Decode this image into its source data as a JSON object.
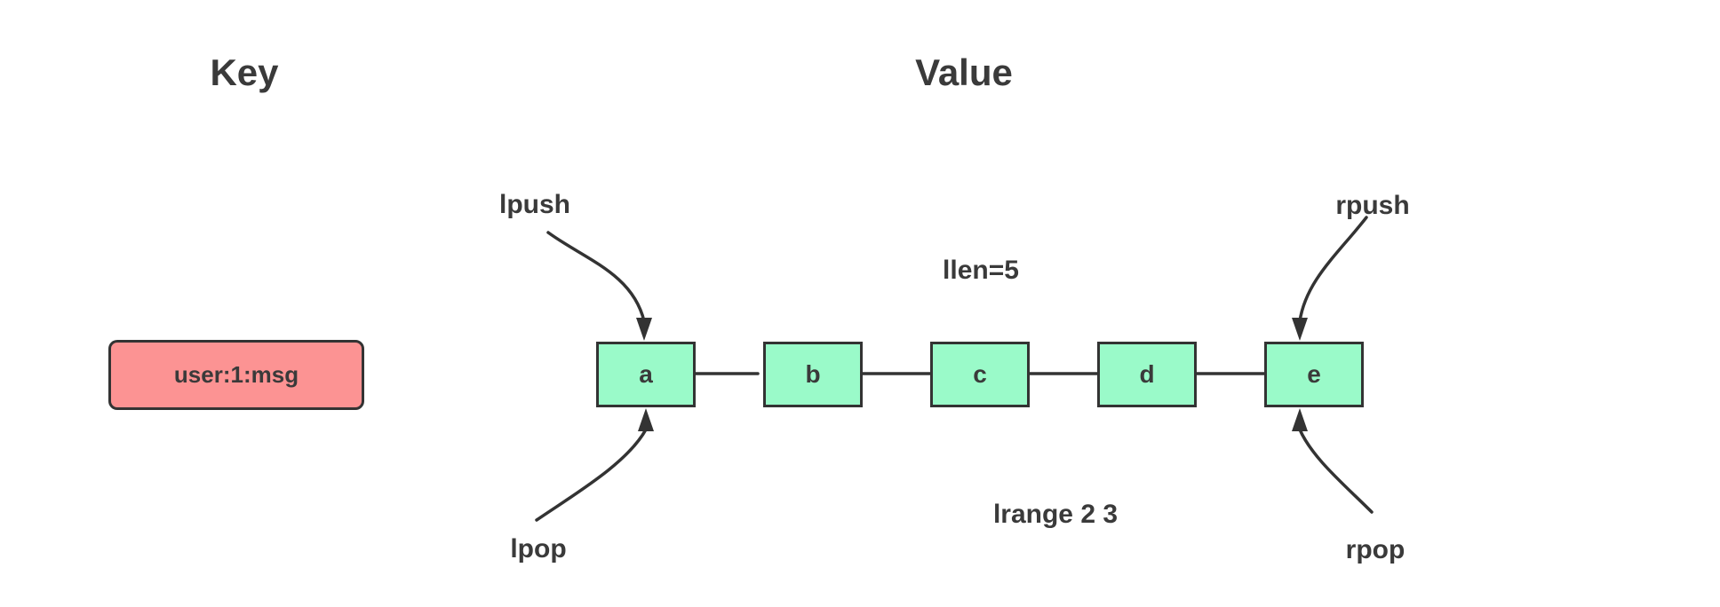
{
  "headings": {
    "key": "Key",
    "value": "Value"
  },
  "key": {
    "name": "user:1:msg"
  },
  "list": {
    "nodes": [
      "a",
      "b",
      "c",
      "d",
      "e"
    ]
  },
  "operations": {
    "lpush": "lpush",
    "rpush": "rpush",
    "lpop": "lpop",
    "rpop": "rpop"
  },
  "annotations": {
    "llen": "llen=5",
    "lrange": "lrange 2 3"
  },
  "colors": {
    "key_fill": "#fc9393",
    "node_fill": "#9afac9",
    "stroke": "#333333",
    "text": "#3a3a3a",
    "background": "#ffffff"
  }
}
